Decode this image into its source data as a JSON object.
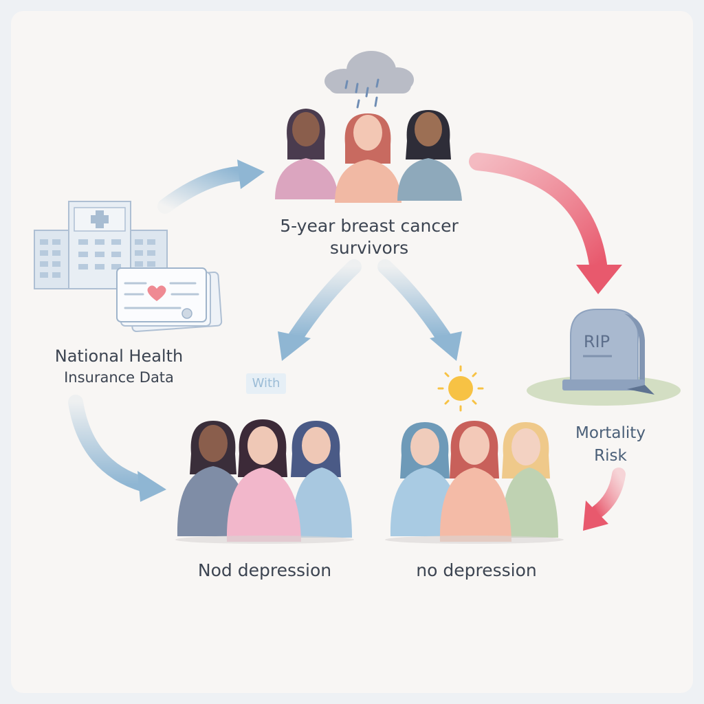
{
  "source": {
    "line1": "National Health",
    "line2": "Insurance Data"
  },
  "cohort": {
    "line1": "5-year breast cancer",
    "line2": "survivors"
  },
  "group_left": {
    "tag": "With",
    "label": "Nod depression"
  },
  "group_right": {
    "label": "no depression"
  },
  "outcome": {
    "line1": "Mortality",
    "line2": "Risk",
    "stone_text": "RIP"
  },
  "colors": {
    "arrow_blue": "#8fb6d3",
    "arrow_red": "#e8596d",
    "sun": "#f7c244",
    "background": "#f8f6f4",
    "text": "#3c4451"
  }
}
